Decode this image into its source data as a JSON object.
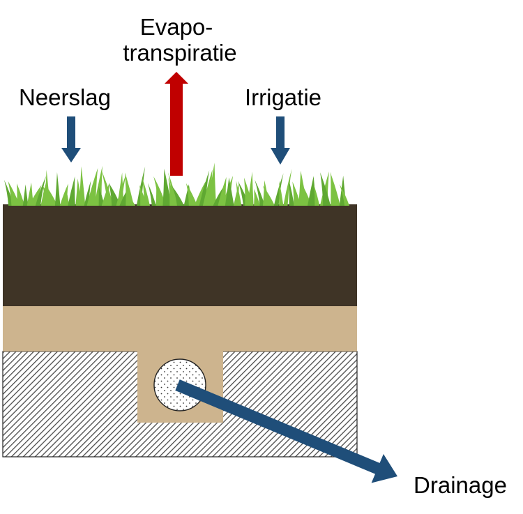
{
  "labels": {
    "evapo_line1": "Evapo-",
    "evapo_line2": "transpiratie",
    "neerslag": "Neerslag",
    "irrigatie": "Irrigatie",
    "drainage": "Drainage"
  },
  "colors": {
    "grass": "#7cc242",
    "grass_dark": "#5fa832",
    "topsoil": "#3f3426",
    "sand": "#cdb48e",
    "subsoil_hatch": "#4a4a4a",
    "pipe_fill": "#ffffff",
    "blue_arrow": "#1f4e79",
    "red_arrow": "#c00000",
    "outline": "#222222"
  }
}
